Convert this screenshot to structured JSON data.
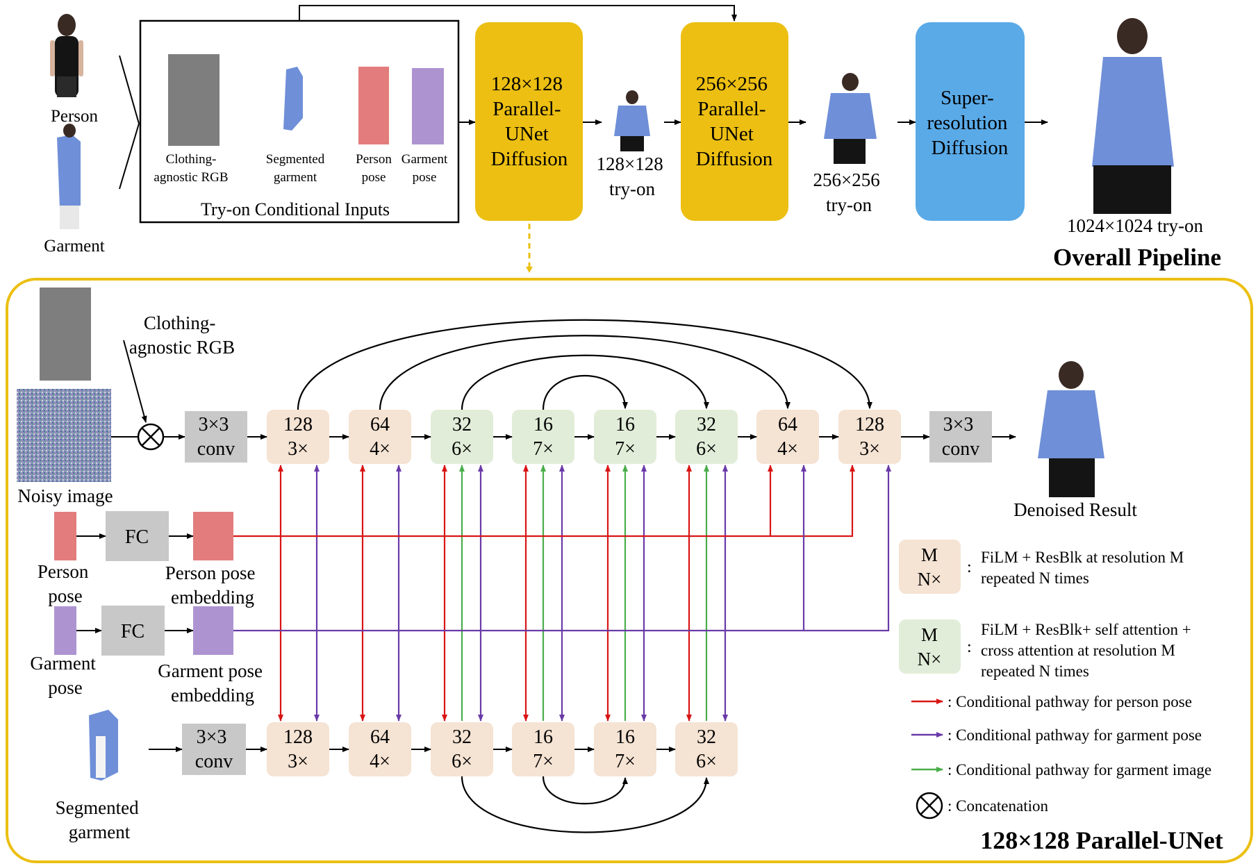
{
  "top": {
    "person_label": "Person",
    "garment_label": "Garment",
    "inputs_caption": "Try-on Conditional Inputs",
    "inputs": [
      {
        "line1": "Clothing-",
        "line2": "agnostic RGB"
      },
      {
        "line1": "Segmented",
        "line2": "garment"
      },
      {
        "line1": "Person",
        "line2": "pose"
      },
      {
        "line1": "Garment",
        "line2": "pose"
      }
    ],
    "stage1": [
      "128×128",
      "Parallel-",
      "UNet",
      "Diffusion"
    ],
    "out1": [
      "128×128",
      "try-on"
    ],
    "stage2": [
      "256×256",
      "Parallel-",
      "UNet",
      "Diffusion"
    ],
    "out2": [
      "256×256",
      "try-on"
    ],
    "stage3": [
      "Super-",
      "resolution",
      "Diffusion"
    ],
    "final_label": "1024×1024 try-on",
    "title": "Overall Pipeline"
  },
  "unet": {
    "clothing_label": [
      "Clothing-",
      "agnostic RGB"
    ],
    "noisy_label": "Noisy image",
    "conv_label": [
      "3×3",
      "conv"
    ],
    "top_blocks": [
      {
        "res": "128",
        "rep": "3×",
        "type": "film"
      },
      {
        "res": "64",
        "rep": "4×",
        "type": "film"
      },
      {
        "res": "32",
        "rep": "6×",
        "type": "attn"
      },
      {
        "res": "16",
        "rep": "7×",
        "type": "attn"
      },
      {
        "res": "16",
        "rep": "7×",
        "type": "attn"
      },
      {
        "res": "32",
        "rep": "6×",
        "type": "attn"
      },
      {
        "res": "64",
        "rep": "4×",
        "type": "film"
      },
      {
        "res": "128",
        "rep": "3×",
        "type": "film"
      }
    ],
    "bottom_blocks": [
      {
        "res": "128",
        "rep": "3×"
      },
      {
        "res": "64",
        "rep": "4×"
      },
      {
        "res": "32",
        "rep": "6×"
      },
      {
        "res": "16",
        "rep": "7×"
      },
      {
        "res": "16",
        "rep": "7×"
      },
      {
        "res": "32",
        "rep": "6×"
      }
    ],
    "denoised_label": "Denoised Result",
    "person_pose_label": [
      "Person",
      "pose"
    ],
    "garment_pose_label": [
      "Garment",
      "pose"
    ],
    "fc_label": "FC",
    "person_emb_label": [
      "Person pose",
      "embedding"
    ],
    "garment_emb_label": [
      "Garment pose",
      "embedding"
    ],
    "segmented_label": [
      "Segmented",
      "garment"
    ],
    "title": "128×128 Parallel-UNet"
  },
  "legend": {
    "film": {
      "m": "M",
      "n": "N×",
      "colon": ":",
      "text": [
        "FiLM + ResBlk at resolution M",
        "repeated N times"
      ]
    },
    "attn": {
      "m": "M",
      "n": "N×",
      "colon": ":",
      "text": [
        "FiLM + ResBlk+ self attention +",
        "cross attention at resolution M",
        "repeated N times"
      ]
    },
    "red": ":  Conditional pathway for person pose",
    "purple": ":  Conditional pathway for garment pose",
    "green": ":  Conditional pathway for garment image",
    "concat": ":  Concatenation"
  },
  "colors": {
    "yellow": "#ecbf12",
    "blue": "#5aaae8",
    "film_block": "#f5e3d3",
    "attn_block": "#e1edd8",
    "conv": "#c8c8c8",
    "red": "#d91414",
    "purple": "#6a3aa8",
    "green": "#4aad4a",
    "pose_red": "#e37c7c",
    "pose_purple": "#ad94d0",
    "shirt": "#6f8fd8"
  }
}
